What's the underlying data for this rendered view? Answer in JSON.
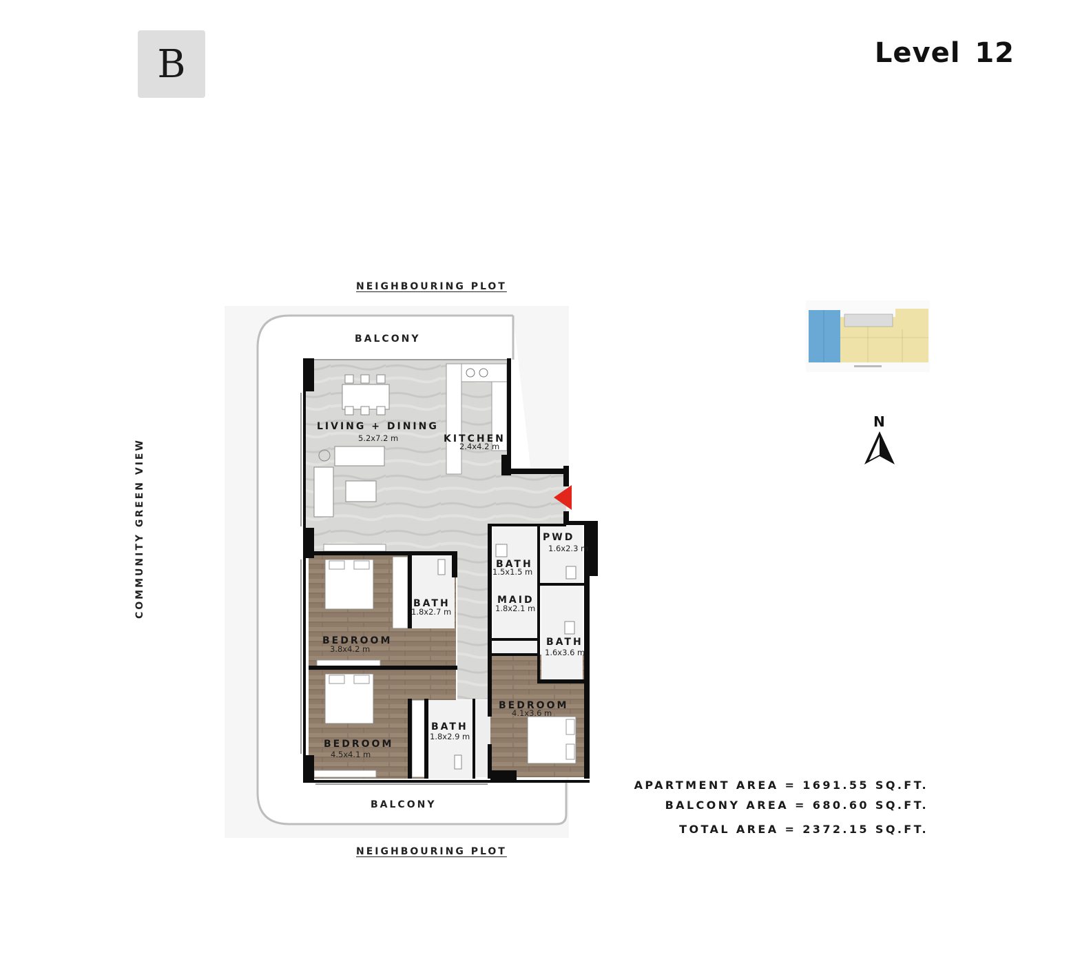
{
  "logo": {
    "letter": "B"
  },
  "level": "Level 12",
  "surroundings": {
    "top": "NEIGHBOURING PLOT",
    "bottom": "NEIGHBOURING PLOT",
    "left": "COMMUNITY GREEN VIEW"
  },
  "balconies": {
    "top": "BALCONY",
    "bottom": "BALCONY"
  },
  "rooms": {
    "living": {
      "name": "LIVING + DINING",
      "dim": "5.2x7.2 m"
    },
    "kitchen": {
      "name": "KITCHEN",
      "dim": "2.4x4.2 m"
    },
    "pwd": {
      "name": "PWD",
      "dim": "1.6x2.3 m"
    },
    "bath_maid": {
      "name": "BATH",
      "dim": "1.5x1.5 m"
    },
    "maid": {
      "name": "MAID",
      "dim": "1.8x2.1 m"
    },
    "bath_1": {
      "name": "BATH",
      "dim": "1.8x2.7 m"
    },
    "bedroom_1": {
      "name": "BEDROOM",
      "dim": "3.8x4.2 m"
    },
    "bath_2": {
      "name": "BATH",
      "dim": "1.6x3.6 m"
    },
    "bedroom_2": {
      "name": "BEDROOM",
      "dim": "4.1x3.6 m"
    },
    "bath_3": {
      "name": "BATH",
      "dim": "1.8x2.9 m"
    },
    "bedroom_3": {
      "name": "BEDROOM",
      "dim": "4.5x4.1 m"
    }
  },
  "compass": {
    "label": "N"
  },
  "areas": {
    "apartment": "APARTMENT AREA = 1691.55 SQ.FT.",
    "balcony": "BALCONY AREA = 680.60 SQ.FT.",
    "total": "TOTAL AREA = 2372.15 SQ.FT."
  },
  "colors": {
    "wall": "#0d0d0d",
    "living_floor": "#d6d6d4",
    "wood_floor": "#8c7a68",
    "entry_marker": "#e3261b",
    "keyplan_blue": "#6aa8d6",
    "keyplan_yellow": "#efe2a8"
  }
}
